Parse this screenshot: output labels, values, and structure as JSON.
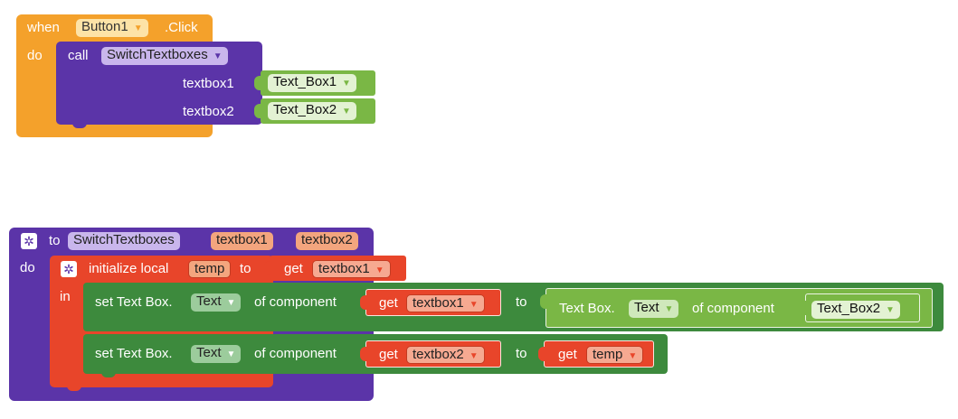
{
  "event_block": {
    "when": "when",
    "component": "Button1",
    "event": ".Click",
    "do": "do",
    "call": {
      "keyword": "call",
      "procedure": "SwitchTextboxes",
      "args": [
        {
          "name": "textbox1",
          "value": "Text_Box1"
        },
        {
          "name": "textbox2",
          "value": "Text_Box2"
        }
      ]
    }
  },
  "procedure_block": {
    "to": "to",
    "name": "SwitchTextboxes",
    "params": [
      "textbox1",
      "textbox2"
    ],
    "do": "do",
    "local": {
      "initialize": "initialize local",
      "var": "temp",
      "to": "to",
      "get": "get",
      "value": "textbox1",
      "in": "in"
    },
    "stmt1": {
      "set": "set Text Box.",
      "prop": "Text",
      "of_component": "of component",
      "get": "get",
      "target": "textbox1",
      "to": "to",
      "value_prefix": "Text Box.",
      "value_prop": "Text",
      "value_of_component": "of component",
      "value_component": "Text_Box2"
    },
    "stmt2": {
      "set": "set Text Box.",
      "prop": "Text",
      "of_component": "of component",
      "get": "get",
      "target": "textbox2",
      "to": "to",
      "value_get": "get",
      "value": "temp"
    }
  },
  "colors": {
    "event": "#f4a12b",
    "procedure": "#5b34a8",
    "variable": "#e8452a",
    "component": "#3d8a3d",
    "component_light": "#7ab745"
  },
  "icons": {
    "dropdown": "triangle-down",
    "mutator": "gear-icon"
  }
}
